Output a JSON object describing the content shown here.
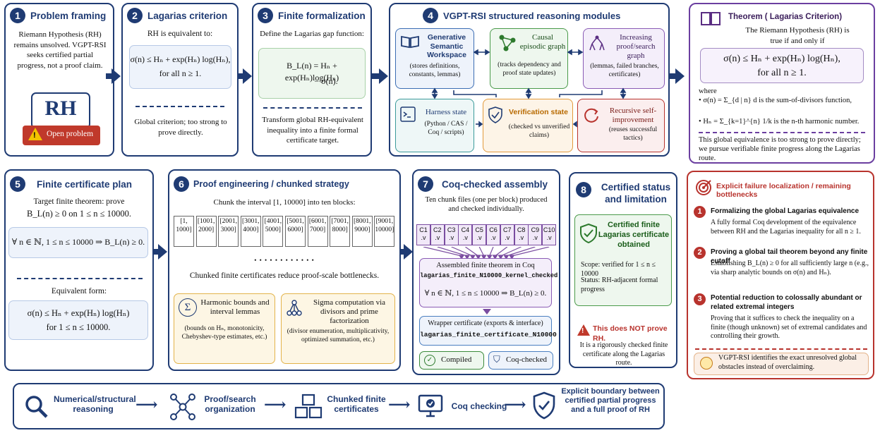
{
  "p1": {
    "num": "1",
    "title": "Problem framing",
    "body": "Riemann Hypothesis (RH) remains unsolved. VGPT-RSI seeks certified partial progress, not a proof claim.",
    "rh": "RH",
    "open": "Open problem"
  },
  "p2": {
    "num": "2",
    "title": "Lagarias criterion",
    "intro": "RH is equivalent to:",
    "f1": "σ(n) ≤ Hₙ + exp(Hₙ) log(Hₙ),",
    "f2": "for all n ≥ 1.",
    "note": "Global criterion; too strong to prove directly."
  },
  "p3": {
    "num": "3",
    "title": "Finite formalization",
    "intro": "Define the Lagarias gap function:",
    "f1": "B_L(n) = Hₙ + exp(Hₙ)log(Hₙ)",
    "f2": "− σ(n).",
    "note": "Transform global RH-equivalent inequality into a finite formal certificate target."
  },
  "p4": {
    "num": "4",
    "title": "VGPT-RSI structured reasoning modules",
    "m1": {
      "title": "Generative Semantic Workspace",
      "sub": "(stores definitions, constants, lemmas)"
    },
    "m2": {
      "title": "Causal episodic graph",
      "sub": "(tracks dependency and proof state updates)"
    },
    "m3": {
      "title": "Increasing proof/search graph",
      "sub": "(lemmas, failed branches, certificates)"
    },
    "m4": {
      "title": "Harness state",
      "sub": "(Python / CAS / Coq / scripts)"
    },
    "m5": {
      "title": "Verification state",
      "sub": "(checked vs unverified claims)"
    },
    "m6": {
      "title": "Recursive self-improvement",
      "sub": "(reuses successful tactics)"
    }
  },
  "p4r": {
    "title": "Theorem ( Lagarias Criterion)",
    "intro": "The Riemann Hypothesis (RH) is true if and only if",
    "f1": "σ(n) ≤ Hₙ + exp(Hₙ) log(Hₙ),",
    "f2": "for all n ≥ 1.",
    "where": "where",
    "b1": "σ(n) = Σ_{d | n} d  is the sum-of-divisors function,",
    "b2": "Hₙ = Σ_{k=1}^{n} 1/k  is the n-th harmonic number.",
    "note": "This global equivalence is too strong to prove directly; we pursue verifiable finite progress along the Lagarias route."
  },
  "p5": {
    "num": "5",
    "title": "Finite certificate plan",
    "target": "Target finite theorem: prove",
    "target2": "B_L(n) ≥ 0 on 1 ≤ n ≤ 10000.",
    "f": "∀ n ∈ ℕ, 1 ≤ n ≤ 10000 ⇒ B_L(n) ≥ 0.",
    "equiv": "Equivalent form:",
    "f2a": "σ(n) ≤ Hₙ + exp(Hₙ) log(Hₙ)",
    "f2b": "for 1 ≤ n ≤ 10000."
  },
  "p6": {
    "num": "6",
    "title": "Proof engineering / chunked strategy",
    "intro": "Chunk the interval [1, 10000] into ten blocks:",
    "chunks": [
      "[1, 1000]",
      "[1001, 2000]",
      "[2001, 3000]",
      "[3001, 4000]",
      "[4001, 5000]",
      "[5001, 6000]",
      "[6001, 7000]",
      "[7001, 8000]",
      "[8001, 9000]",
      "[9001, 10000]"
    ],
    "dots": "• • • • • • • • • • • •",
    "note": "Chunked finite certificates reduce proof-scale bottlenecks.",
    "s1": {
      "title": "Harmonic bounds and interval lemmas",
      "sub": "(bounds on Hₙ, monotonicity, Chebyshev-type estimates, etc.)"
    },
    "s2": {
      "title": "Sigma computation via divisors and prime factorization",
      "sub": "(divisor enumeration, multiplicativity, optimized summation, etc.)"
    }
  },
  "p7": {
    "num": "7",
    "title": "Coq-checked assembly",
    "intro": "Ten chunk files (one per block) produced and checked individually.",
    "files": [
      "C1 .v",
      "C2 .v",
      "C3 .v",
      "C4 .v",
      "C5 .v",
      "C6 .v",
      "C7 .v",
      "C8 .v",
      "C9 .v",
      "C10 .v"
    ],
    "asm_title": "Assembled finite theorem in Coq",
    "asm_code": "lagarias_finite_N10000_kernel_checked",
    "asm_f": "∀ n ∈ ℕ, 1 ≤ n ≤ 10000 ⇒ B_L(n) ≥ 0.",
    "wrap_title": "Wrapper certificate (exports & interface)",
    "wrap_code": "lagarias_finite_certificate_N10000",
    "compiled": "Compiled",
    "checked": "Coq-checked"
  },
  "p8": {
    "num": "8",
    "title": "Certified status and limitation",
    "cert": "Certified finite Lagarias certificate obtained",
    "scope": "Scope: verified for 1 ≤ n ≤ 10000",
    "status": "Status: RH-adjacent formal progress",
    "warn": "This does NOT prove RH.",
    "note": "It is a rigorously checked finite certificate along the Lagarias route."
  },
  "p9": {
    "title": "Explicit failure localization / remaining bottlenecks",
    "i1": {
      "num": "1",
      "title": "Formalizing the global Lagarias equivalence",
      "body": "A fully formal Coq development of the equivalence between RH and the Lagarias inequality for all n ≥ 1."
    },
    "i2": {
      "num": "2",
      "title": "Proving a global tail theorem beyond any finite cutoff",
      "body": "Establishing B_L(n) ≥ 0 for all sufficiently large n (e.g., via sharp analytic bounds on σ(n) and Hₙ)."
    },
    "i3": {
      "num": "3",
      "title": "Potential reduction to colossally abundant or related extremal integers",
      "body": "Proving that it suffices to check the inequality on a finite (though unknown) set of extremal candidates and controlling their growth."
    },
    "foot": "VGPT-RSI identifies the exact unresolved global obstacles instead of overclaiming."
  },
  "flow": {
    "s1": "Numerical/structural reasoning",
    "s2": "Proof/search organization",
    "s3": "Chunked finite certificates",
    "s4": "Coq checking",
    "s5": "Explicit boundary between certified partial progress and a full proof of RH"
  }
}
